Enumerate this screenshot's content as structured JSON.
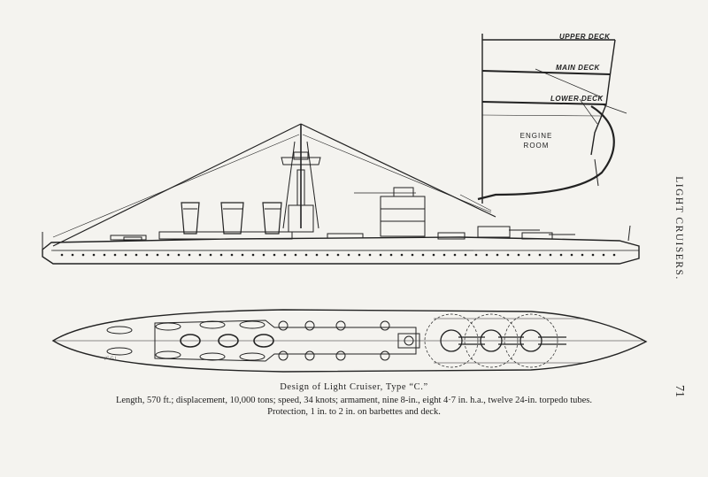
{
  "section_drawing": {
    "deck_labels": [
      "UPPER DECK",
      "MAIN DECK",
      "LOWER DECK"
    ],
    "room_label_line1": "ENGINE",
    "room_label_line2": "ROOM"
  },
  "caption": {
    "title": "Design of Light Cruiser, Type “C.”",
    "line1": "Length, 570 ft.; displacement, 10,000 tons; speed, 34 knots; armament, nine 8-in., eight 4·7 in. h.a., twelve 24-in. torpedo tubes.",
    "line2": "Protection, 1 in. to 2 in. on barbettes and deck."
  },
  "running_header": "LIGHT CRUISERS.",
  "page_number": "71",
  "builder_mark": "(G.G.)",
  "colors": {
    "paper": "#f4f3ef",
    "ink": "#222222"
  }
}
